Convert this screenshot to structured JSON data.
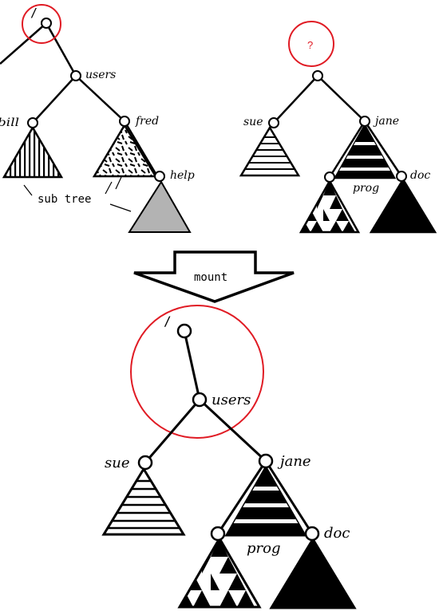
{
  "colors": {
    "ink": "#000000",
    "highlight": "#e01b24",
    "mounted_fill": "#b3b3b3",
    "background": "#ffffff"
  },
  "left_tree": {
    "root_label": "/",
    "users_label": "users",
    "bill_label": "bill",
    "fred_label": "fred",
    "help_label": "help",
    "subtree_label": "sub tree"
  },
  "right_tree": {
    "root_label": "?",
    "sue_label": "sue",
    "jane_label": "jane",
    "prog_label": "prog",
    "doc_label": "doc"
  },
  "arrow": {
    "label": "mount"
  },
  "result_tree": {
    "root_label": "/",
    "users_label": "users",
    "sue_label": "sue",
    "jane_label": "jane",
    "prog_label": "prog",
    "doc_label": "doc"
  }
}
